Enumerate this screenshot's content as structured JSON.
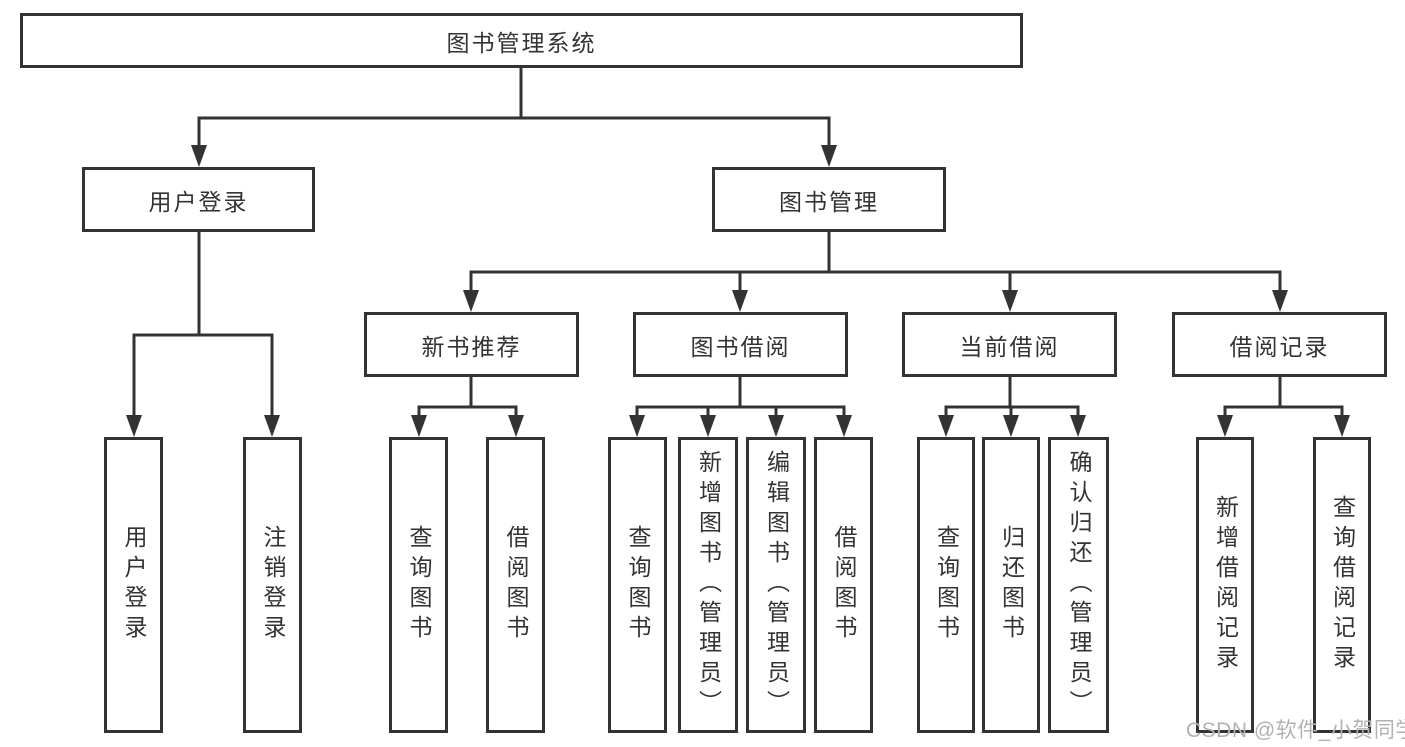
{
  "diagram": {
    "root": {
      "label": "图书管理系统"
    },
    "user_login": {
      "label": "用户登录",
      "children": [
        {
          "label": "用户登录"
        },
        {
          "label": "注销登录"
        }
      ]
    },
    "book_management": {
      "label": "图书管理",
      "sections": [
        {
          "label": "新书推荐",
          "children": [
            {
              "label": "查询图书"
            },
            {
              "label": "借阅图书"
            }
          ]
        },
        {
          "label": "图书借阅",
          "children": [
            {
              "label": "查询图书"
            },
            {
              "label": "新增图书（管理员）"
            },
            {
              "label": "编辑图书（管理员）"
            },
            {
              "label": "借阅图书"
            }
          ]
        },
        {
          "label": "当前借阅",
          "children": [
            {
              "label": "查询图书"
            },
            {
              "label": "归还图书"
            },
            {
              "label": "确认归还（管理员）"
            }
          ]
        },
        {
          "label": "借阅记录",
          "children": [
            {
              "label": "新增借阅记录"
            },
            {
              "label": "查询借阅记录"
            }
          ]
        }
      ]
    }
  },
  "watermark": {
    "text": "CSDN @软件_小贺同学"
  },
  "colors": {
    "line": "#333333",
    "box_border": "#333333",
    "text": "#333333",
    "watermark_text": "#b2b2b2",
    "background": "#ffffff"
  }
}
